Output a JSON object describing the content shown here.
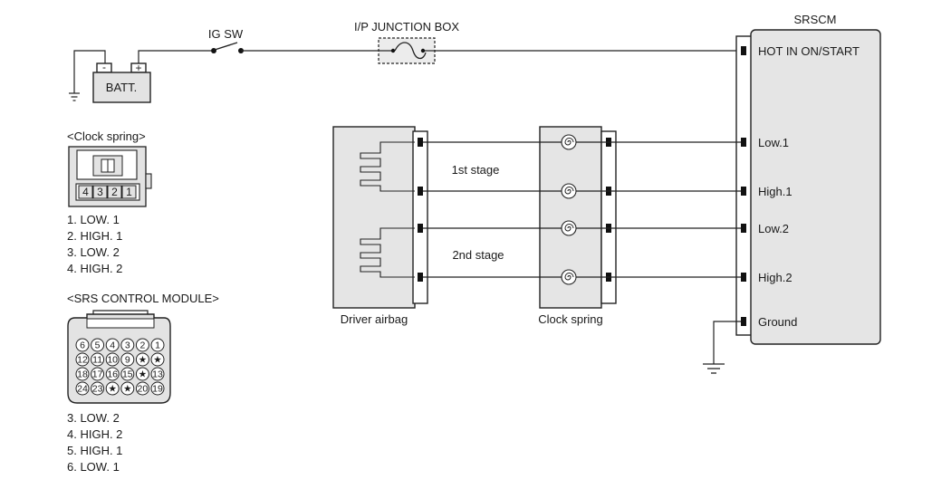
{
  "power": {
    "ig_sw": "IG SW",
    "junction_box": "I/P JUNCTION BOX",
    "battery": "BATT.",
    "minus": "-",
    "plus": "+"
  },
  "srscm": {
    "title": "SRSCM",
    "terminals": [
      "HOT IN ON/START",
      "Low.1",
      "High.1",
      "Low.2",
      "High.2",
      "Ground"
    ]
  },
  "airbag": {
    "label": "Driver airbag",
    "stage1": "1st stage",
    "stage2": "2nd stage"
  },
  "clock_spring": {
    "label": "Clock spring"
  },
  "clock_connector": {
    "title": "<Clock spring>",
    "pins": [
      "4",
      "3",
      "2",
      "1"
    ],
    "legend": [
      "1. LOW. 1",
      "2. HIGH. 1",
      "3. LOW. 2",
      "4. HIGH. 2"
    ]
  },
  "srs_module_connector": {
    "title": "<SRS CONTROL MODULE>",
    "rows": [
      [
        "6",
        "5",
        "4",
        "3",
        "2",
        "1"
      ],
      [
        "12",
        "11",
        "10",
        "9",
        "★",
        "★"
      ],
      [
        "18",
        "17",
        "16",
        "15",
        "★",
        "13"
      ],
      [
        "24",
        "23",
        "★",
        "★",
        "20",
        "19"
      ]
    ],
    "legend": [
      "3. LOW. 2",
      "4. HIGH. 2",
      "5. HIGH. 1",
      "6. LOW. 1"
    ]
  }
}
